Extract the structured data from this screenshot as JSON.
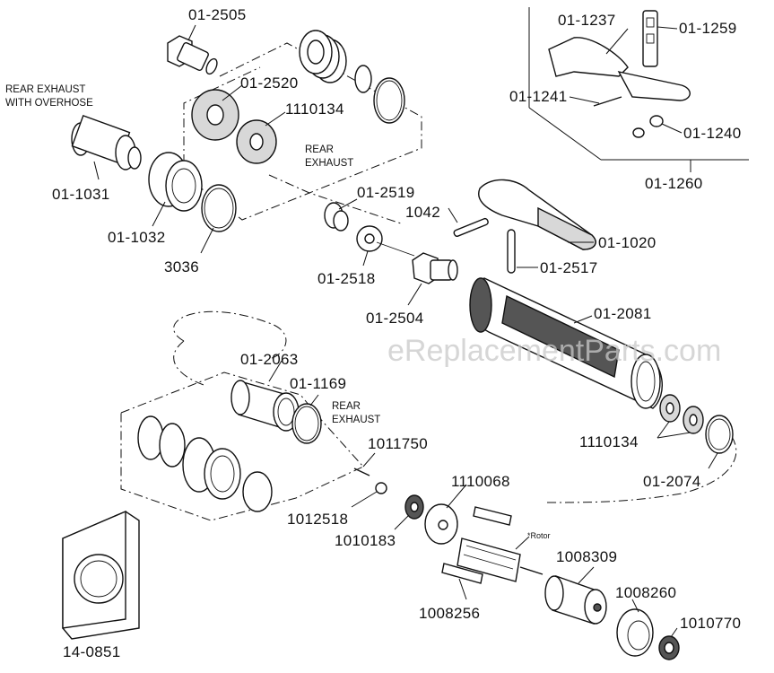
{
  "parts": {
    "p01_2505": "01-2505",
    "p01_2520": "01-2520",
    "p1110134_top": "1110134",
    "p01_1031": "01-1031",
    "p01_1032": "01-1032",
    "p3036": "3036",
    "p01_2519": "01-2519",
    "p01_2518": "01-2518",
    "p01_2504": "01-2504",
    "p1042": "1042",
    "p01_1020": "01-1020",
    "p01_2517": "01-2517",
    "p01_2081": "01-2081",
    "p01_1237": "01-1237",
    "p01_1259": "01-1259",
    "p01_1241": "01-1241",
    "p01_1240": "01-1240",
    "p01_1260": "01-1260",
    "p01_2063": "01-2063",
    "p01_1169": "01-1169",
    "p1011750": "1011750",
    "p1110068": "1110068",
    "p1012518": "1012518",
    "p1010183": "1010183",
    "p1110134_bottom": "1110134",
    "p01_2074": "01-2074",
    "p1008309": "1008309",
    "p1008260": "1008260",
    "p1010770": "1010770",
    "p1008256": "1008256",
    "p14_0851": "14-0851"
  },
  "notes": {
    "rear_exhaust_overhose_1": "REAR EXHAUST",
    "rear_exhaust_overhose_2": "WITH OVERHOSE",
    "rear_exhaust_mid_1": "REAR",
    "rear_exhaust_mid_2": "EXHAUST",
    "rear_exhaust_low_1": "REAR",
    "rear_exhaust_low_2": "EXHAUST",
    "rotor": "*Rotor"
  },
  "watermark": "eReplacementParts.com"
}
